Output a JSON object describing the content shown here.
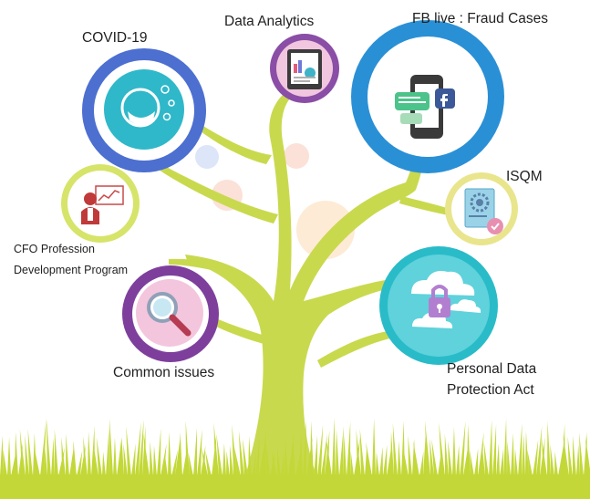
{
  "topics": [
    {
      "id": "covid",
      "label": "COVID-19",
      "icon": "covid-mask-icon"
    },
    {
      "id": "data-analytics",
      "label": "Data Analytics",
      "icon": "tablet-chart-icon"
    },
    {
      "id": "fb-live",
      "label": "FB live : Fraud Cases",
      "icon": "smartphone-facebook-icon"
    },
    {
      "id": "cfo",
      "label_lines": [
        "CFO Profession",
        "Development Program"
      ],
      "icon": "presenter-chart-icon"
    },
    {
      "id": "isqm",
      "label": "ISQM",
      "icon": "document-gear-check-icon"
    },
    {
      "id": "common-issues",
      "label": "Common issues",
      "icon": "magnifier-icon"
    },
    {
      "id": "pdpa",
      "label_lines": [
        "Personal Data",
        "Protection Act"
      ],
      "icon": "cloud-padlock-icon"
    }
  ],
  "colors": {
    "trunk": "#c7d84a",
    "grass": "#c3d838",
    "covid_ring": "#4c6fd0",
    "analytics_ring": "#8a4ea6",
    "fb_ring": "#2a90d6",
    "cfo_ring": "#d6e46a",
    "isqm_ring": "#e9e58c",
    "common_ring": "#7e3f9c",
    "pdpa_ring": "#29bcc8"
  }
}
